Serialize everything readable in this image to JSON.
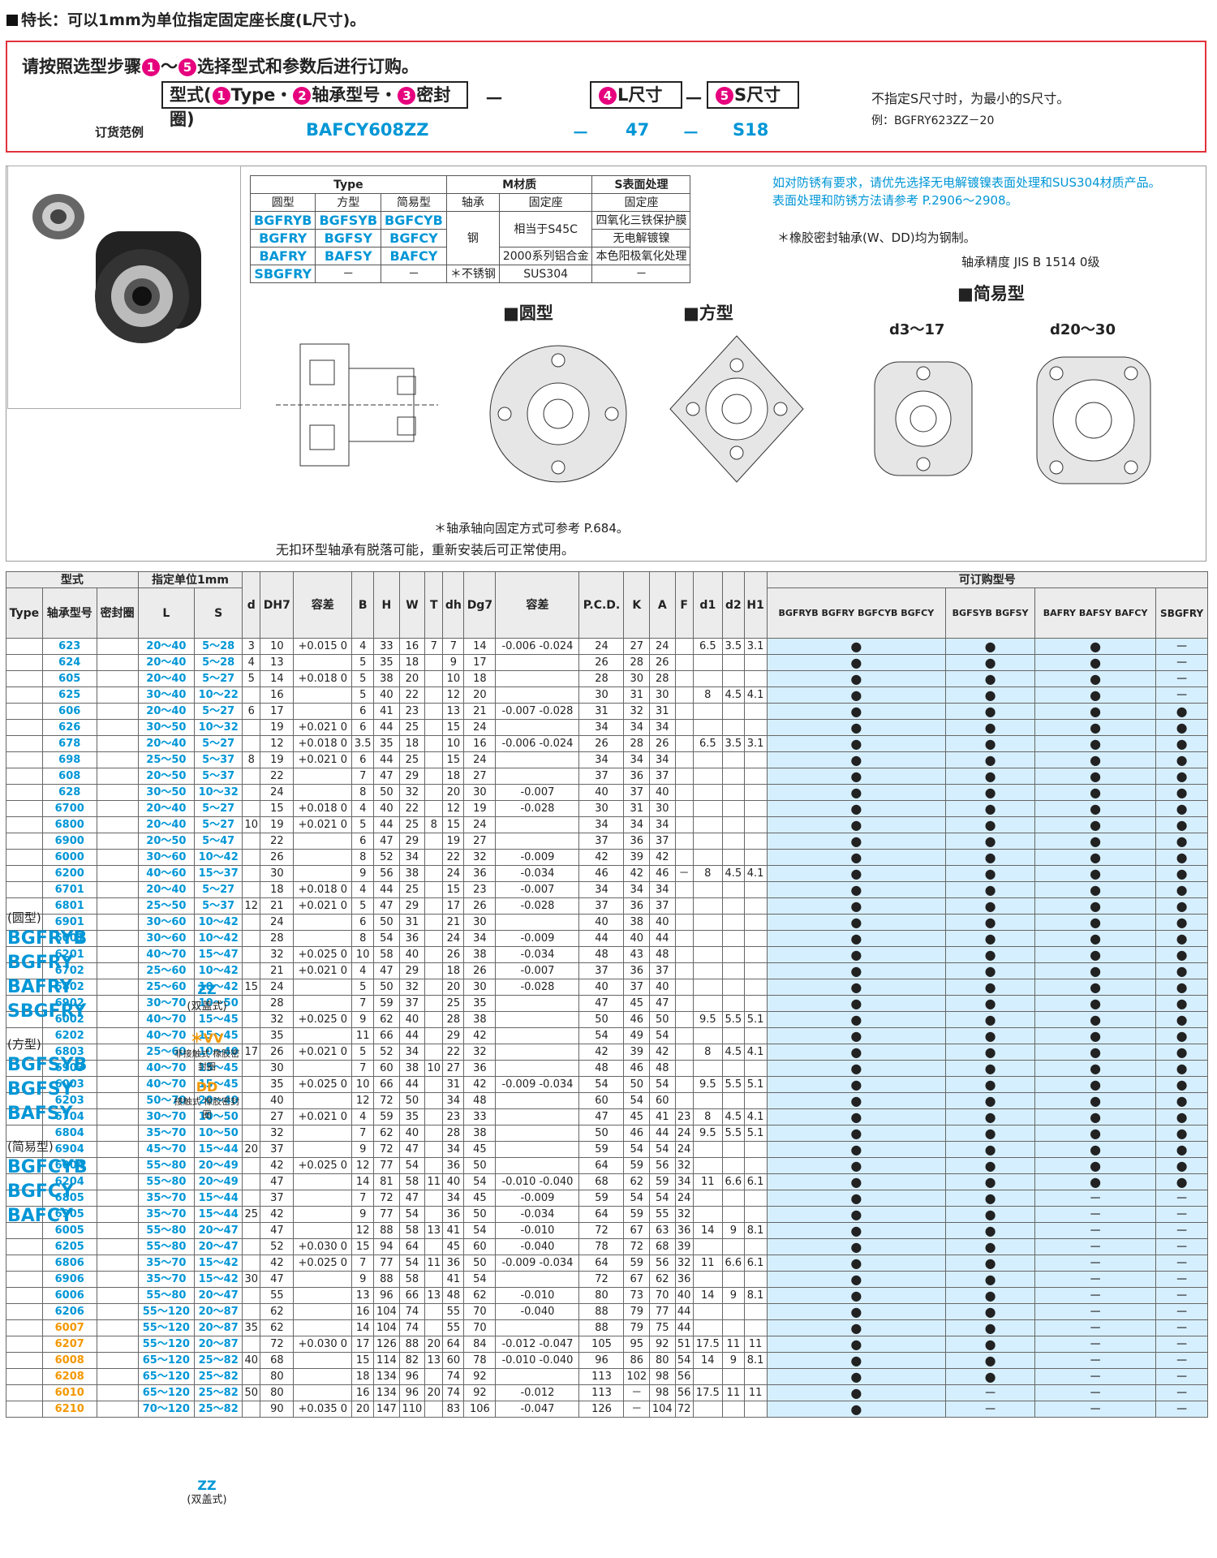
{
  "feature": "特长：可以1mm为单位指定固定座长度(L尺寸)。",
  "order": {
    "instruction_pre": "请按照选型步骤",
    "c1": "1",
    "tilde": "～",
    "c5": "5",
    "instruction_post": "选择型式和参数后进行订购。",
    "box1": "型式(",
    "box1_c1": "1",
    "box1_t1": "Type・",
    "box1_c2": "2",
    "box1_t2": "轴承型号・",
    "box1_c3": "3",
    "box1_t3": "密封圈)",
    "box2_c": "4",
    "box2": "L尺寸",
    "box3_c": "5",
    "box3": "S尺寸",
    "dash": "－",
    "label": "订货范例",
    "ex1": "BAFCY608ZZ",
    "ex2": "47",
    "ex3": "S18",
    "note1": "不指定S尺寸时，为最小的S尺寸。",
    "note2": "例：BGFRY623ZZ－20"
  },
  "matrix": {
    "h_type": "Type",
    "h_mat": "材质",
    "h_mat_tag": "M",
    "h_surf": "表面处理",
    "h_surf_tag": "S",
    "sub": [
      "圆型",
      "方型",
      "简易型",
      "轴承",
      "固定座",
      "固定座"
    ],
    "rows": [
      [
        "BGFRYB",
        "BGFSYB",
        "BGFCYB"
      ],
      [
        "BGFRY",
        "BGFSY",
        "BGFCY"
      ],
      [
        "BAFRY",
        "BAFSY",
        "BAFCY"
      ],
      [
        "SBGFRY",
        "－",
        "－"
      ]
    ],
    "steel": "钢",
    "s45c": "相当于S45C",
    "surf1": "四氧化三铁保护膜",
    "surf2": "无电解镀镍",
    "al": "2000系列铝合金",
    "surf3": "本色阳极氧化处理",
    "ss": "＊不锈钢",
    "sus": "SUS304",
    "dash": "－"
  },
  "notes": {
    "n1": "如对防锈有要求，请优先选择无电解镀镍表面处理和SUS304材质产品。",
    "n2": "表面处理和防锈方法请参考 P.2906～2908。",
    "n3": "＊橡胶密封轴承(W、DD)均为钢制。",
    "accuracy": "轴承精度  JIS  B  1514 0级",
    "simple": "简易型",
    "round": "圆型",
    "square": "方型",
    "d3": "d3～17",
    "d20": "d20～30",
    "fix": "＊轴承轴向固定方式可参考 P.684。",
    "snap": "无扣环型轴承有脱落可能，重新安装后可正常使用。"
  },
  "table": {
    "h_type": "型式",
    "h_unit": "指定单位1mm",
    "h_orderable": "可订购型号",
    "h": [
      "Type",
      "轴承型号",
      "密封圈",
      "L",
      "S",
      "d",
      "DH7",
      "容差",
      "B",
      "H",
      "W",
      "T",
      "dh",
      "Dg7",
      "容差",
      "P.C.D.",
      "K",
      "A",
      "F",
      "d1",
      "d2",
      "H1"
    ],
    "oc": [
      "BGFRYB BGFRY BGFCYB BGFCY",
      "BGFSYB BGFSY",
      "BAFRY BAFSY BAFCY",
      "SBGFRY"
    ],
    "types": {
      "round": "(圆型)",
      "r": [
        "BGFRYB",
        "BGFRY",
        "BAFRY",
        "SBGFRY"
      ],
      "square": "(方型)",
      "s": [
        "BGFSYB",
        "BGFSY",
        "BAFSY"
      ],
      "simple": "(简易型)",
      "c": [
        "BGFCYB",
        "BGFCY",
        "BAFCY"
      ]
    },
    "seals": {
      "zz": "ZZ",
      "zz_sub": "(双盖式)",
      "vv": "＊VV",
      "vv_sub": "非接触式 橡胶密封圈",
      "dd": "DD",
      "dd_sub": "接触式 橡胶密封圈"
    },
    "rows": [
      [
        "623",
        "20～40",
        "5～28",
        "3",
        "10",
        "+0.015 0",
        "4",
        "33",
        "16",
        "7",
        "7",
        "14",
        "-0.006 -0.024",
        "24",
        "27",
        "24",
        "",
        "6.5",
        "3.5",
        "3.1",
        "●",
        "●",
        "●",
        "－"
      ],
      [
        "624",
        "20～40",
        "5～28",
        "4",
        "13",
        "",
        "5",
        "35",
        "18",
        "",
        "9",
        "17",
        "",
        "26",
        "28",
        "26",
        "",
        "",
        "",
        "",
        "●",
        "●",
        "●",
        "－"
      ],
      [
        "605",
        "20～40",
        "5～27",
        "5",
        "14",
        "+0.018 0",
        "5",
        "38",
        "20",
        "",
        "10",
        "18",
        "",
        "28",
        "30",
        "28",
        "",
        "",
        "",
        "",
        "●",
        "●",
        "●",
        "－"
      ],
      [
        "625",
        "30～40",
        "10～22",
        "",
        "16",
        "",
        "5",
        "40",
        "22",
        "",
        "12",
        "20",
        "",
        "30",
        "31",
        "30",
        "",
        "8",
        "4.5",
        "4.1",
        "●",
        "●",
        "●",
        "－"
      ],
      [
        "606",
        "20～40",
        "5～27",
        "6",
        "17",
        "",
        "6",
        "41",
        "23",
        "",
        "13",
        "21",
        "-0.007 -0.028",
        "31",
        "32",
        "31",
        "",
        "",
        "",
        "",
        "●",
        "●",
        "●",
        "●"
      ],
      [
        "626",
        "30～50",
        "10～32",
        "",
        "19",
        "+0.021 0",
        "6",
        "44",
        "25",
        "",
        "15",
        "24",
        "",
        "34",
        "34",
        "34",
        "",
        "",
        "",
        "",
        "●",
        "●",
        "●",
        "●"
      ],
      [
        "678",
        "20～40",
        "5～27",
        "",
        "12",
        "+0.018 0",
        "3.5",
        "35",
        "18",
        "",
        "10",
        "16",
        "-0.006 -0.024",
        "26",
        "28",
        "26",
        "",
        "6.5",
        "3.5",
        "3.1",
        "●",
        "●",
        "●",
        "●"
      ],
      [
        "698",
        "25～50",
        "5～37",
        "8",
        "19",
        "+0.021 0",
        "6",
        "44",
        "25",
        "",
        "15",
        "24",
        "",
        "34",
        "34",
        "34",
        "",
        "",
        "",
        "",
        "●",
        "●",
        "●",
        "●"
      ],
      [
        "608",
        "20～50",
        "5～37",
        "",
        "22",
        "",
        "7",
        "47",
        "29",
        "",
        "18",
        "27",
        "",
        "37",
        "36",
        "37",
        "",
        "",
        "",
        "",
        "●",
        "●",
        "●",
        "●"
      ],
      [
        "628",
        "30～50",
        "10～32",
        "",
        "24",
        "",
        "8",
        "50",
        "32",
        "",
        "20",
        "30",
        "-0.007",
        "40",
        "37",
        "40",
        "",
        "",
        "",
        "",
        "●",
        "●",
        "●",
        "●"
      ],
      [
        "6700",
        "20～40",
        "5～27",
        "",
        "15",
        "+0.018 0",
        "4",
        "40",
        "22",
        "",
        "12",
        "19",
        "-0.028",
        "30",
        "31",
        "30",
        "",
        "",
        "",
        "",
        "●",
        "●",
        "●",
        "●"
      ],
      [
        "6800",
        "20～40",
        "5～27",
        "10",
        "19",
        "+0.021 0",
        "5",
        "44",
        "25",
        "8",
        "15",
        "24",
        "",
        "34",
        "34",
        "34",
        "",
        "",
        "",
        "",
        "●",
        "●",
        "●",
        "●"
      ],
      [
        "6900",
        "20～50",
        "5～47",
        "",
        "22",
        "",
        "6",
        "47",
        "29",
        "",
        "19",
        "27",
        "",
        "37",
        "36",
        "37",
        "",
        "",
        "",
        "",
        "●",
        "●",
        "●",
        "●"
      ],
      [
        "6000",
        "30～60",
        "10～42",
        "",
        "26",
        "",
        "8",
        "52",
        "34",
        "",
        "22",
        "32",
        "-0.009",
        "42",
        "39",
        "42",
        "",
        "",
        "",
        "",
        "●",
        "●",
        "●",
        "●"
      ],
      [
        "6200",
        "40～60",
        "15～37",
        "",
        "30",
        "",
        "9",
        "56",
        "38",
        "",
        "24",
        "36",
        "-0.034",
        "46",
        "42",
        "46",
        "－",
        "8",
        "4.5",
        "4.1",
        "●",
        "●",
        "●",
        "●"
      ],
      [
        "6701",
        "20～40",
        "5～27",
        "",
        "18",
        "+0.018 0",
        "4",
        "44",
        "25",
        "",
        "15",
        "23",
        "-0.007",
        "34",
        "34",
        "34",
        "",
        "",
        "",
        "",
        "●",
        "●",
        "●",
        "●"
      ],
      [
        "6801",
        "25～50",
        "5～37",
        "12",
        "21",
        "+0.021 0",
        "5",
        "47",
        "29",
        "",
        "17",
        "26",
        "-0.028",
        "37",
        "36",
        "37",
        "",
        "",
        "",
        "",
        "●",
        "●",
        "●",
        "●"
      ],
      [
        "6901",
        "30～60",
        "10～42",
        "",
        "24",
        "",
        "6",
        "50",
        "31",
        "",
        "21",
        "30",
        "",
        "40",
        "38",
        "40",
        "",
        "",
        "",
        "",
        "●",
        "●",
        "●",
        "●"
      ],
      [
        "6001",
        "30～60",
        "10～42",
        "",
        "28",
        "",
        "8",
        "54",
        "36",
        "",
        "24",
        "34",
        "-0.009",
        "44",
        "40",
        "44",
        "",
        "",
        "",
        "",
        "●",
        "●",
        "●",
        "●"
      ],
      [
        "6201",
        "40～70",
        "15～47",
        "",
        "32",
        "+0.025 0",
        "10",
        "58",
        "40",
        "",
        "26",
        "38",
        "-0.034",
        "48",
        "43",
        "48",
        "",
        "",
        "",
        "",
        "●",
        "●",
        "●",
        "●"
      ],
      [
        "6702",
        "25～60",
        "10～42",
        "",
        "21",
        "+0.021 0",
        "4",
        "47",
        "29",
        "",
        "18",
        "26",
        "-0.007",
        "37",
        "36",
        "37",
        "",
        "",
        "",
        "",
        "●",
        "●",
        "●",
        "●"
      ],
      [
        "6802",
        "25～60",
        "10～42",
        "15",
        "24",
        "",
        "5",
        "50",
        "32",
        "",
        "20",
        "30",
        "-0.028",
        "40",
        "37",
        "40",
        "",
        "",
        "",
        "",
        "●",
        "●",
        "●",
        "●"
      ],
      [
        "6902",
        "30～70",
        "10～50",
        "",
        "28",
        "",
        "7",
        "59",
        "37",
        "",
        "25",
        "35",
        "",
        "47",
        "45",
        "47",
        "",
        "",
        "",
        "",
        "●",
        "●",
        "●",
        "●"
      ],
      [
        "6002",
        "40～70",
        "15～45",
        "",
        "32",
        "+0.025 0",
        "9",
        "62",
        "40",
        "",
        "28",
        "38",
        "",
        "50",
        "46",
        "50",
        "",
        "9.5",
        "5.5",
        "5.1",
        "●",
        "●",
        "●",
        "●"
      ],
      [
        "6202",
        "40～70",
        "15～45",
        "",
        "35",
        "",
        "11",
        "66",
        "44",
        "",
        "29",
        "42",
        "",
        "54",
        "49",
        "54",
        "",
        "",
        "",
        "",
        "●",
        "●",
        "●",
        "●"
      ],
      [
        "6803",
        "25～60",
        "10～40",
        "17",
        "26",
        "+0.021 0",
        "5",
        "52",
        "34",
        "",
        "22",
        "32",
        "",
        "42",
        "39",
        "42",
        "",
        "8",
        "4.5",
        "4.1",
        "●",
        "●",
        "●",
        "●"
      ],
      [
        "6903",
        "40～70",
        "15～45",
        "",
        "30",
        "",
        "7",
        "60",
        "38",
        "10",
        "27",
        "36",
        "",
        "48",
        "46",
        "48",
        "",
        "",
        "",
        "",
        "●",
        "●",
        "●",
        "●"
      ],
      [
        "6003",
        "40～70",
        "15～45",
        "",
        "35",
        "+0.025 0",
        "10",
        "66",
        "44",
        "",
        "31",
        "42",
        "-0.009 -0.034",
        "54",
        "50",
        "54",
        "",
        "9.5",
        "5.5",
        "5.1",
        "●",
        "●",
        "●",
        "●"
      ],
      [
        "6203",
        "50～70",
        "20～40",
        "",
        "40",
        "",
        "12",
        "72",
        "50",
        "",
        "34",
        "48",
        "",
        "60",
        "54",
        "60",
        "",
        "",
        "",
        "",
        "●",
        "●",
        "●",
        "●"
      ],
      [
        "6704",
        "30～70",
        "10～50",
        "",
        "27",
        "+0.021 0",
        "4",
        "59",
        "35",
        "",
        "23",
        "33",
        "",
        "47",
        "45",
        "41",
        "23",
        "8",
        "4.5",
        "4.1",
        "●",
        "●",
        "●",
        "●"
      ],
      [
        "6804",
        "35～70",
        "10～50",
        "",
        "32",
        "",
        "7",
        "62",
        "40",
        "",
        "28",
        "38",
        "",
        "50",
        "46",
        "44",
        "24",
        "9.5",
        "5.5",
        "5.1",
        "●",
        "●",
        "●",
        "●"
      ],
      [
        "6904",
        "45～70",
        "15～44",
        "20",
        "37",
        "",
        "9",
        "72",
        "47",
        "",
        "34",
        "45",
        "",
        "59",
        "54",
        "54",
        "24",
        "",
        "",
        "",
        "●",
        "●",
        "●",
        "●"
      ],
      [
        "6004",
        "55～80",
        "20～49",
        "",
        "42",
        "+0.025 0",
        "12",
        "77",
        "54",
        "",
        "36",
        "50",
        "",
        "64",
        "59",
        "56",
        "32",
        "",
        "",
        "",
        "●",
        "●",
        "●",
        "●"
      ],
      [
        "6204",
        "55～80",
        "20～49",
        "",
        "47",
        "",
        "14",
        "81",
        "58",
        "11",
        "40",
        "54",
        "-0.010 -0.040",
        "68",
        "62",
        "59",
        "34",
        "11",
        "6.6",
        "6.1",
        "●",
        "●",
        "●",
        "●"
      ],
      [
        "6805",
        "35～70",
        "15～44",
        "",
        "37",
        "",
        "7",
        "72",
        "47",
        "",
        "34",
        "45",
        "-0.009",
        "59",
        "54",
        "54",
        "24",
        "",
        "",
        "",
        "●",
        "●",
        "－",
        "－"
      ],
      [
        "6905",
        "35～70",
        "15～44",
        "25",
        "42",
        "",
        "9",
        "77",
        "54",
        "",
        "36",
        "50",
        "-0.034",
        "64",
        "59",
        "55",
        "32",
        "",
        "",
        "",
        "●",
        "●",
        "－",
        "－"
      ],
      [
        "6005",
        "55～80",
        "20～47",
        "",
        "47",
        "",
        "12",
        "88",
        "58",
        "13",
        "41",
        "54",
        "-0.010",
        "72",
        "67",
        "63",
        "36",
        "14",
        "9",
        "8.1",
        "●",
        "●",
        "－",
        "－"
      ],
      [
        "6205",
        "55～80",
        "20～47",
        "",
        "52",
        "+0.030 0",
        "15",
        "94",
        "64",
        "",
        "45",
        "60",
        "-0.040",
        "78",
        "72",
        "68",
        "39",
        "",
        "",
        "",
        "●",
        "●",
        "－",
        "－"
      ],
      [
        "6806",
        "35～70",
        "15～42",
        "",
        "42",
        "+0.025 0",
        "7",
        "77",
        "54",
        "11",
        "36",
        "50",
        "-0.009 -0.034",
        "64",
        "59",
        "56",
        "32",
        "11",
        "6.6",
        "6.1",
        "●",
        "●",
        "－",
        "－"
      ],
      [
        "6906",
        "35～70",
        "15～42",
        "30",
        "47",
        "",
        "9",
        "88",
        "58",
        "",
        "41",
        "54",
        "",
        "72",
        "67",
        "62",
        "36",
        "",
        "",
        "",
        "●",
        "●",
        "－",
        "－"
      ],
      [
        "6006",
        "55～80",
        "20～47",
        "",
        "55",
        "",
        "13",
        "96",
        "66",
        "13",
        "48",
        "62",
        "-0.010",
        "80",
        "73",
        "70",
        "40",
        "14",
        "9",
        "8.1",
        "●",
        "●",
        "－",
        "－"
      ],
      [
        "6206",
        "55～120",
        "20～87",
        "",
        "62",
        "",
        "16",
        "104",
        "74",
        "",
        "55",
        "70",
        "-0.040",
        "88",
        "79",
        "77",
        "44",
        "",
        "",
        "",
        "●",
        "●",
        "－",
        "－"
      ],
      [
        "6007",
        "55～120",
        "20～87",
        "35",
        "62",
        "",
        "14",
        "104",
        "74",
        "",
        "55",
        "70",
        "",
        "88",
        "79",
        "75",
        "44",
        "",
        "",
        "",
        "●",
        "●",
        "－",
        "－"
      ],
      [
        "6207",
        "55～120",
        "20～87",
        "",
        "72",
        "+0.030 0",
        "17",
        "126",
        "88",
        "20",
        "64",
        "84",
        "-0.012 -0.047",
        "105",
        "95",
        "92",
        "51",
        "17.5",
        "11",
        "11",
        "●",
        "●",
        "－",
        "－"
      ],
      [
        "6008",
        "65～120",
        "25～82",
        "40",
        "68",
        "",
        "15",
        "114",
        "82",
        "13",
        "60",
        "78",
        "-0.010 -0.040",
        "96",
        "86",
        "80",
        "54",
        "14",
        "9",
        "8.1",
        "●",
        "●",
        "－",
        "－"
      ],
      [
        "6208",
        "65～120",
        "25～82",
        "",
        "80",
        "",
        "18",
        "134",
        "96",
        "",
        "74",
        "92",
        "",
        "113",
        "102",
        "98",
        "56",
        "",
        "",
        "",
        "●",
        "●",
        "－",
        "－"
      ],
      [
        "6010",
        "65～120",
        "25～82",
        "50",
        "80",
        "",
        "16",
        "134",
        "96",
        "20",
        "74",
        "92",
        "-0.012",
        "113",
        "－",
        "98",
        "56",
        "17.5",
        "11",
        "11",
        "●",
        "－",
        "－",
        "－"
      ],
      [
        "6210",
        "70～120",
        "25～82",
        "",
        "90",
        "+0.035 0",
        "20",
        "147",
        "110",
        "",
        "83",
        "106",
        "-0.047",
        "126",
        "－",
        "104",
        "72",
        "",
        "",
        "",
        "●",
        "－",
        "－",
        "－"
      ]
    ]
  }
}
